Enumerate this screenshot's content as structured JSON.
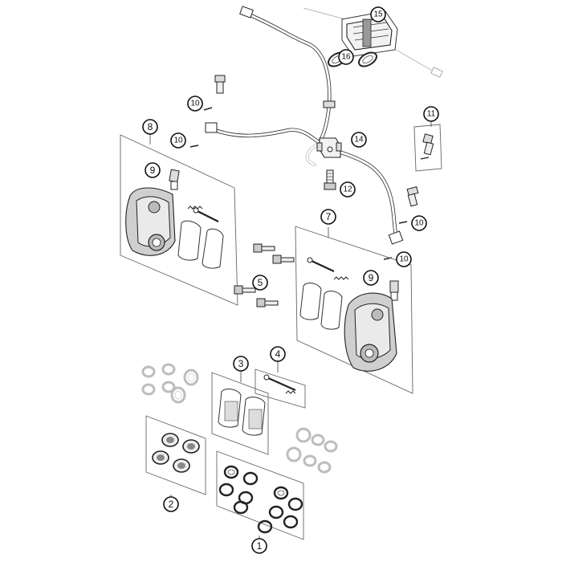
{
  "callouts": [
    {
      "id": "c1",
      "label": "1"
    },
    {
      "id": "c2",
      "label": "2"
    },
    {
      "id": "c3",
      "label": "3"
    },
    {
      "id": "c4",
      "label": "4"
    },
    {
      "id": "c5",
      "label": "5"
    },
    {
      "id": "c7",
      "label": "7"
    },
    {
      "id": "c8",
      "label": "8"
    },
    {
      "id": "c9a",
      "label": "9"
    },
    {
      "id": "c9b",
      "label": "9"
    },
    {
      "id": "c10a",
      "label": "10"
    },
    {
      "id": "c10b",
      "label": "10"
    },
    {
      "id": "c10c",
      "label": "10"
    },
    {
      "id": "c10d",
      "label": "10"
    },
    {
      "id": "c11",
      "label": "11"
    },
    {
      "id": "c12",
      "label": "12"
    },
    {
      "id": "c14",
      "label": "14"
    },
    {
      "id": "c15",
      "label": "15"
    },
    {
      "id": "c16",
      "label": "16"
    }
  ]
}
